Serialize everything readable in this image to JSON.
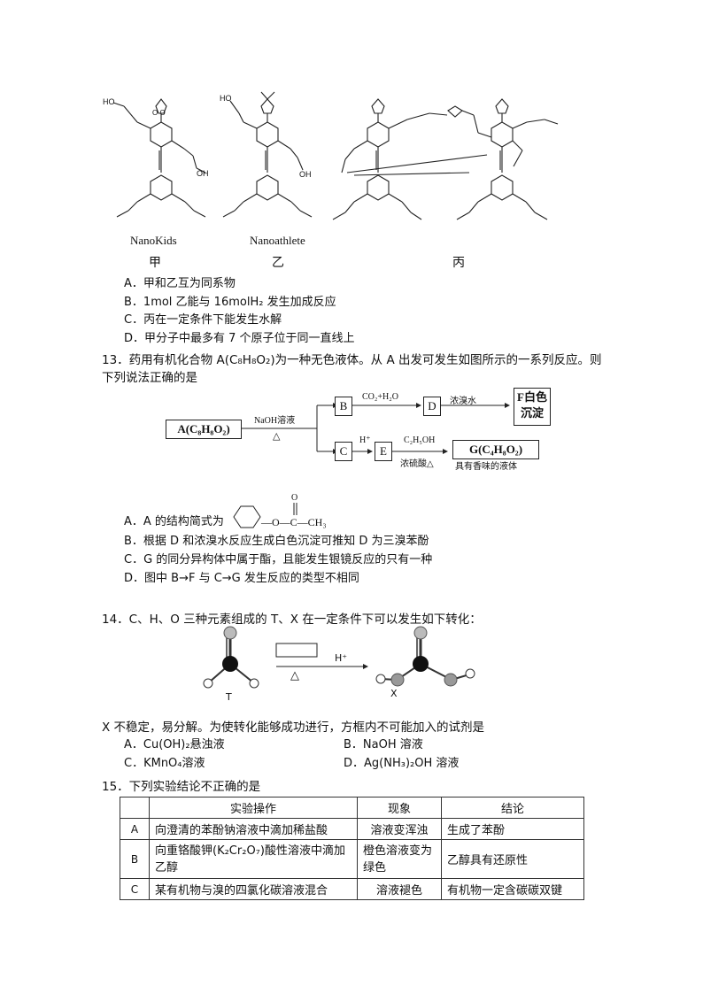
{
  "q12": {
    "molecule_names": [
      "NanoKids",
      "Nanoathlete"
    ],
    "molecule_labels": [
      "甲",
      "乙",
      "丙"
    ],
    "options": [
      {
        "letter": "A．",
        "text": "甲和乙互为同系物"
      },
      {
        "letter": "B．",
        "text": "1mol 乙能与 16molH₂ 发生加成反应"
      },
      {
        "letter": "C．",
        "text": "丙在一定条件下能发生水解"
      },
      {
        "letter": "D．",
        "text": "甲分子中最多有 7 个原子位于同一直线上"
      }
    ]
  },
  "q13": {
    "stem_line1": "13．药用有机化合物 A(C₈H₈O₂)为一种无色液体。从 A 出发可发生如图所示的一系列反应。则",
    "stem_line2": "下列说法正确的是",
    "flow": {
      "A": "A(C₈H₈O₂)",
      "naoh": "NaOH溶液",
      "delta": "△",
      "B": "B",
      "co2": "CO₂+H₂O",
      "D": "D",
      "br": "浓溴水",
      "F": "F白色\n沉淀",
      "C": "C",
      "h": "H⁺",
      "E": "E",
      "ethanol": "C₂H₅OH",
      "acid": "浓硫酸△",
      "G": "G(C₄H₈O₂)",
      "G_note": "具有香味的液体"
    },
    "ester_chain": "—O—C—CH₃",
    "ester_o": "O",
    "options": [
      {
        "letter": "A．",
        "text": "A 的结构简式为"
      },
      {
        "letter": "B．",
        "text": "根据 D 和浓溴水反应生成白色沉淀可推知 D 为三溴苯酚"
      },
      {
        "letter": "C．",
        "text": "G 的同分异构体中属于酯，且能发生银镜反应的只有一种"
      },
      {
        "letter": "D．",
        "text": "图中 B→F 与 C→G 发生反应的类型不相同"
      }
    ]
  },
  "q14": {
    "stem": "14．C、H、O 三种元素组成的 T、X 在一定条件下可以发生如下转化：",
    "label_T": "T",
    "label_X": "X",
    "h_plus": "H⁺",
    "delta": "△",
    "note": "X 不稳定，易分解。为使转化能够成功进行，方框内不可能加入的试剂是",
    "options": [
      {
        "letter": "A．",
        "text": "Cu(OH)₂悬浊液"
      },
      {
        "letter": "B．",
        "text": "NaOH 溶液"
      },
      {
        "letter": "C．",
        "text": "KMnO₄溶液"
      },
      {
        "letter": "D．",
        "text": "Ag(NH₃)₂OH 溶液"
      }
    ]
  },
  "q15": {
    "stem": "15．下列实验结论不正确的是",
    "headers": [
      "",
      "实验操作",
      "现象",
      "结论"
    ],
    "rows": [
      {
        "id": "A",
        "op": "向澄清的苯酚钠溶液中滴加稀盐酸",
        "ph": "溶液变浑浊",
        "con": "生成了苯酚"
      },
      {
        "id": "B",
        "op": "向重铬酸钾(K₂Cr₂O₇)酸性溶液中滴加乙醇",
        "ph": "橙色溶液变为绿色",
        "con": "乙醇具有还原性"
      },
      {
        "id": "C",
        "op": "某有机物与溴的四氯化碳溶液混合",
        "ph": "溶液褪色",
        "con": "有机物一定含碳碳双键"
      }
    ]
  }
}
